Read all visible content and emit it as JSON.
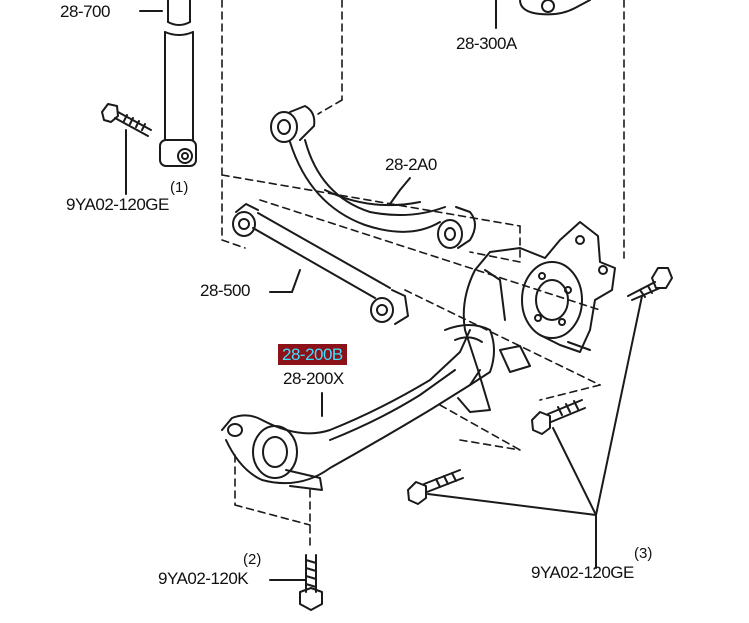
{
  "colors": {
    "line": "#1a1a1a",
    "highlight_bg": "#8b1218",
    "highlight_text": "#3fe0ff"
  },
  "labels": {
    "shock_absorber": "28-700",
    "upper_mount": "28-300A",
    "upper_arm": "28-2A0",
    "lateral_link": "28-500",
    "trailing_arm_selected": "28-200B",
    "trailing_arm": "28-200X",
    "bolt_1": "9YA02-120GE",
    "bolt_1_qty": "(1)",
    "bolt_2": "9YA02-120K",
    "bolt_2_qty": "(2)",
    "bolt_3": "9YA02-120GE",
    "bolt_3_qty": "(3)"
  }
}
